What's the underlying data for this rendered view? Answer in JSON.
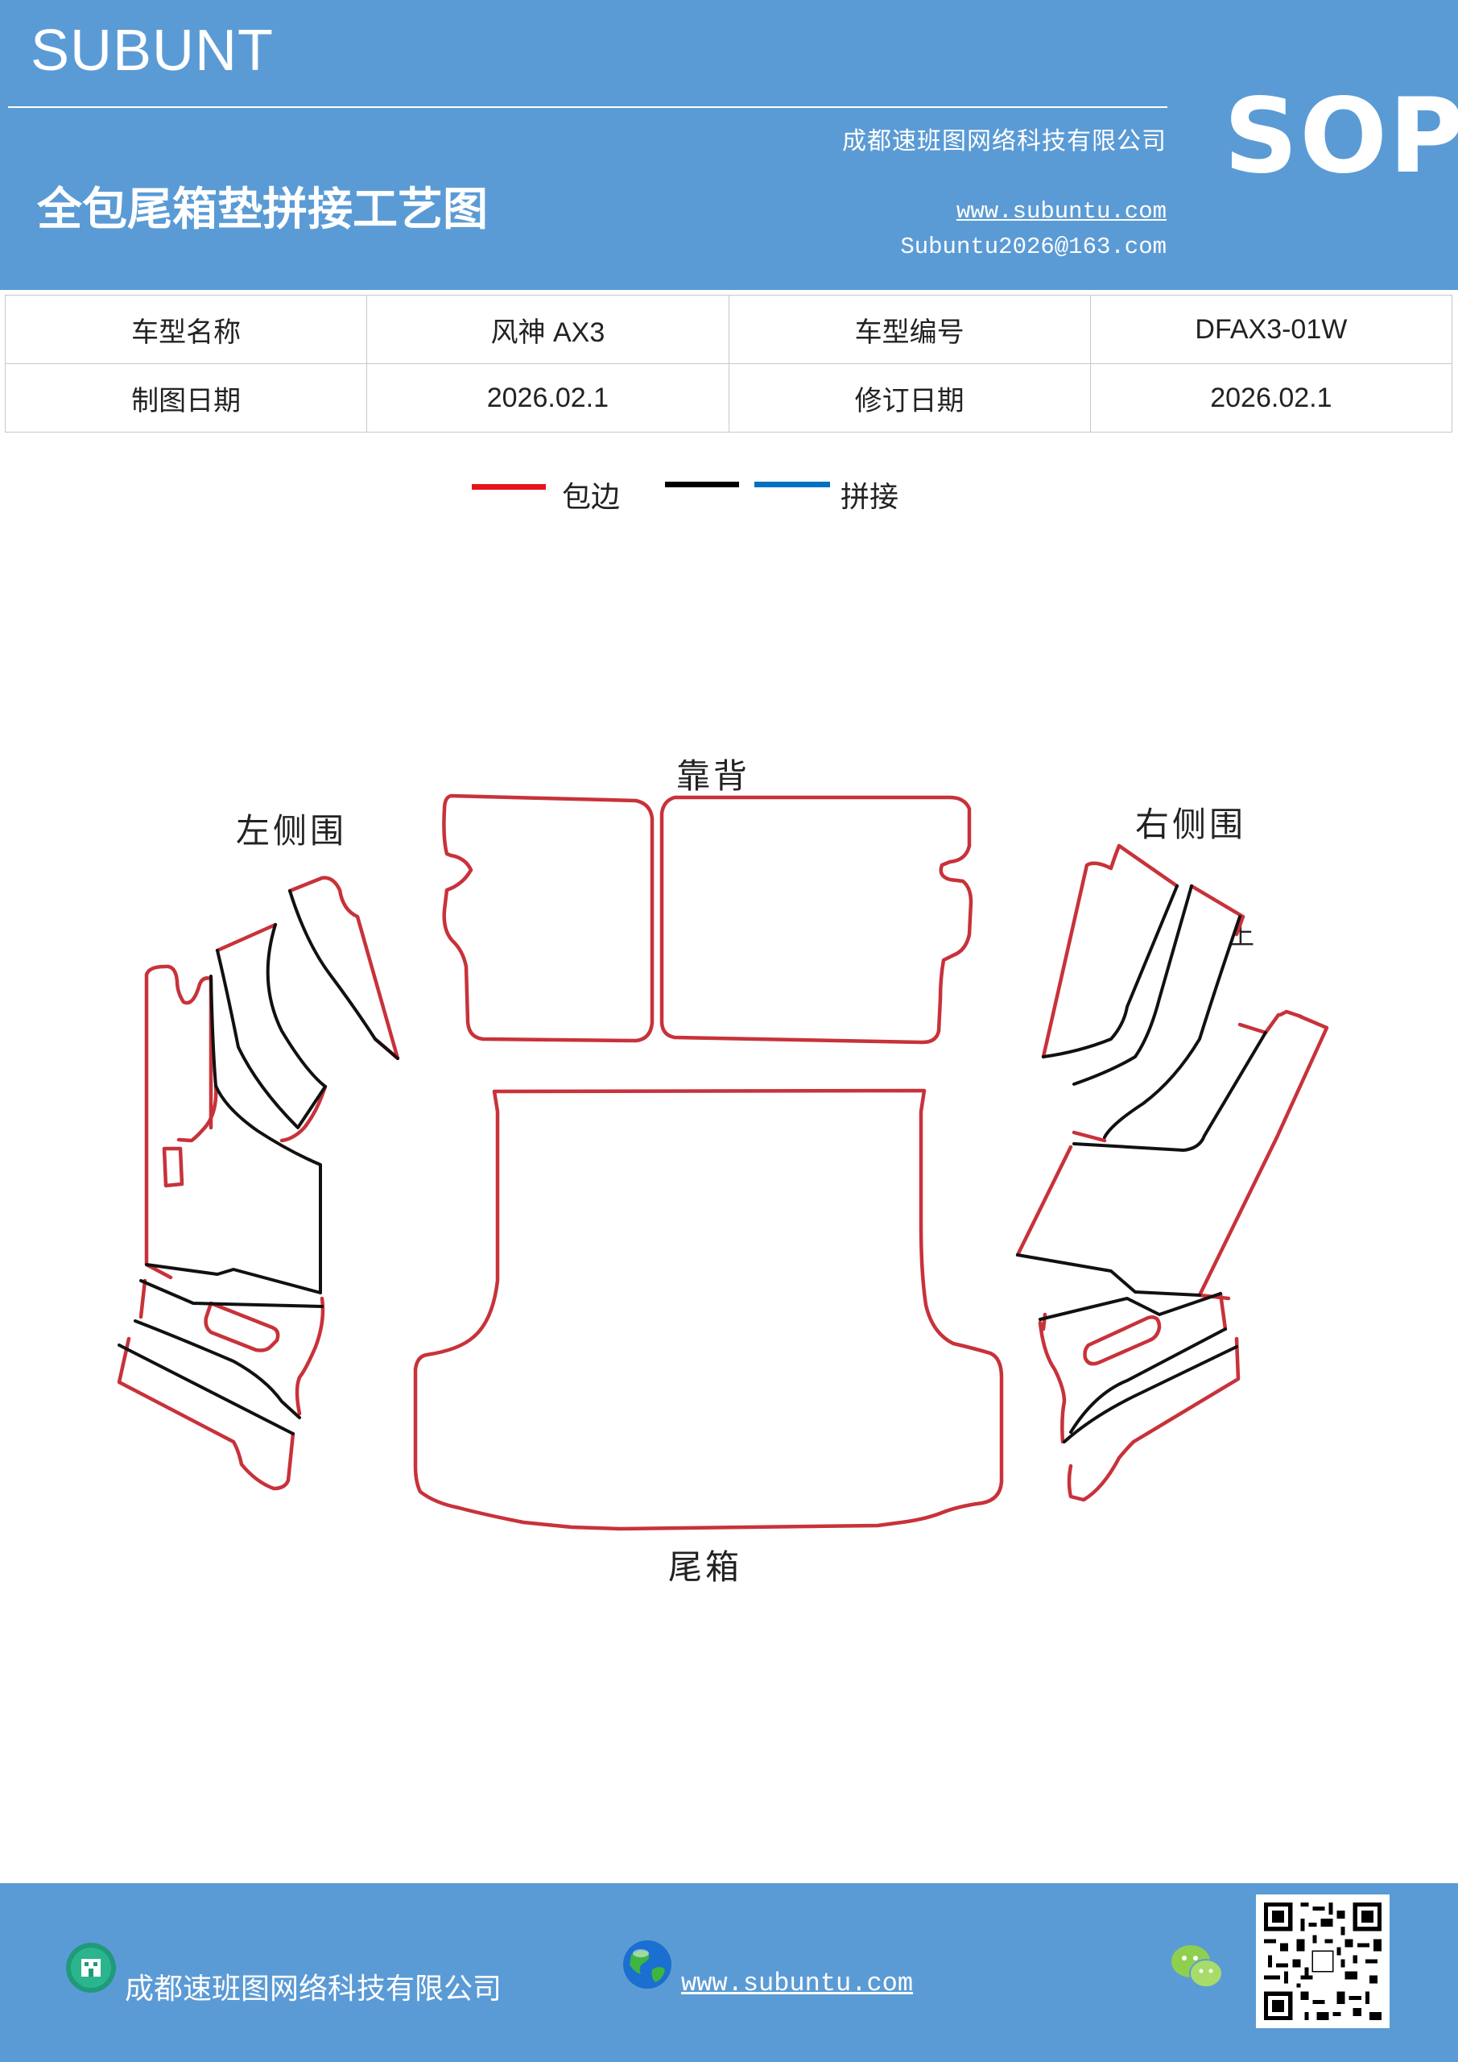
{
  "header": {
    "brand": "SUBUNT",
    "company": "成都速班图网络科技有限公司",
    "title": "全包尾箱垫拼接工艺图",
    "website": "www.subuntu.com",
    "email": "Subuntu2026@163.com",
    "badge": "SOP"
  },
  "info_table": {
    "rows": [
      [
        "车型名称",
        "风神 AX3",
        "车型编号",
        "DFAX3-01W"
      ],
      [
        "制图日期",
        "2026.02.1",
        "修订日期",
        "2026.02.1"
      ]
    ]
  },
  "legend": {
    "items": [
      {
        "label": "包边",
        "color": "#e8141b"
      },
      {
        "label": "",
        "color": "#000000"
      },
      {
        "label": "拼接",
        "color": "#0070c0"
      }
    ]
  },
  "drawing": {
    "labels": {
      "back": "靠背",
      "left_side": "左侧围",
      "right_side": "右侧围",
      "trunk": "尾箱",
      "up_mark": "上"
    },
    "colors": {
      "edge": "#c8323a",
      "seam": "#111111"
    }
  },
  "footer": {
    "company": "成都速班图网络科技有限公司",
    "website": "www.subuntu.com"
  }
}
